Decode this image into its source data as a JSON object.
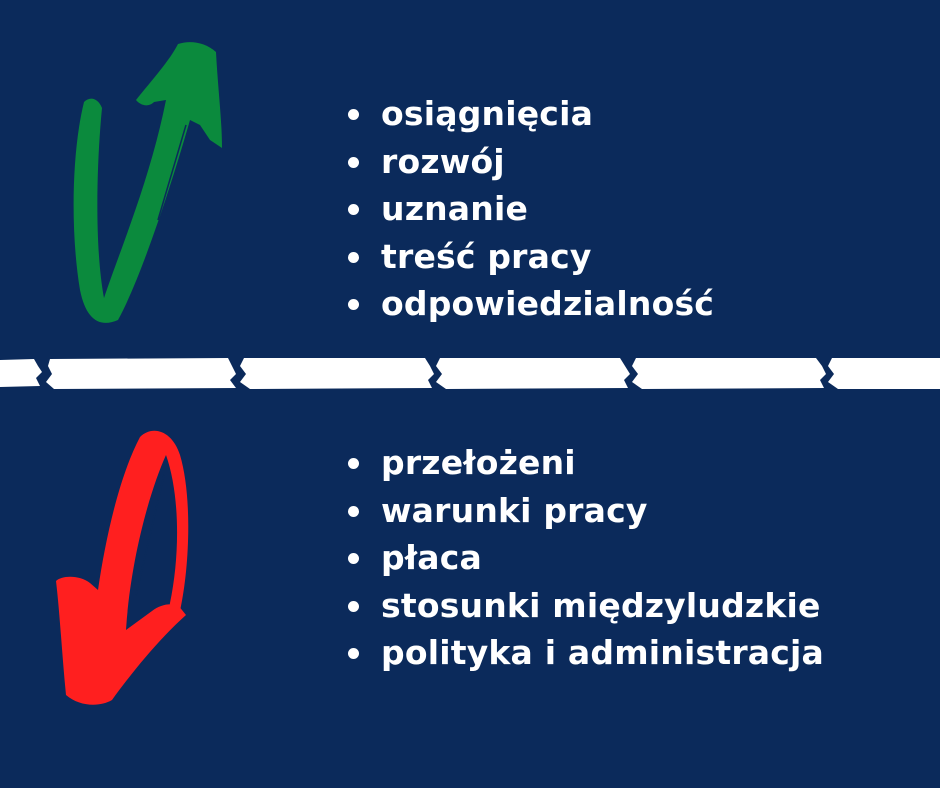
{
  "colors": {
    "background": "#0b2a5b",
    "up_arrow": "#0b8a3d",
    "down_arrow": "#ff1f1f",
    "text": "#ffffff",
    "divider": "#ffffff"
  },
  "top_section": {
    "arrow_icon": "curved-up-arrow-icon",
    "items": [
      "osiągnięcia",
      "rozwój",
      "uznanie",
      "treść pracy",
      "odpowiedzialność"
    ]
  },
  "bottom_section": {
    "arrow_icon": "curved-down-arrow-icon",
    "items": [
      "przełożeni",
      "warunki pracy",
      "płaca",
      "stosunki międzyludzkie",
      "polityka i administracja"
    ]
  }
}
